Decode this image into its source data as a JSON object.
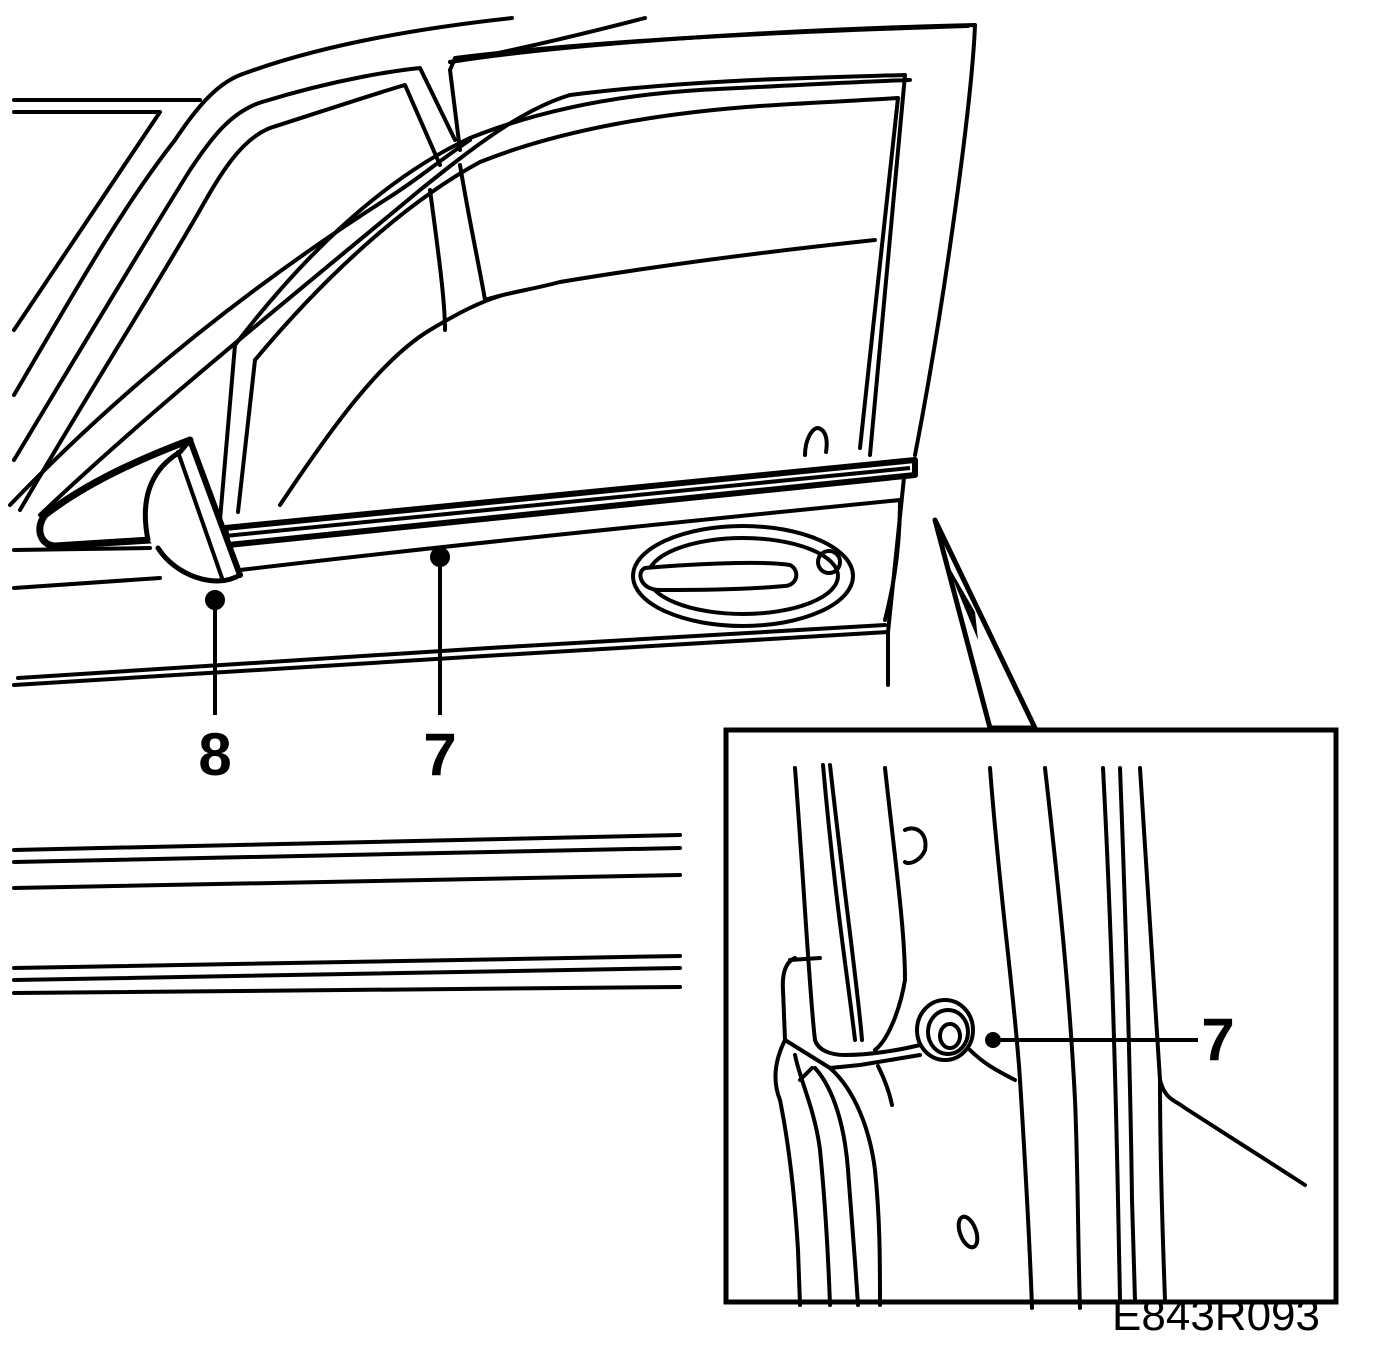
{
  "callouts": {
    "trim_end_cap": "8",
    "door_trim_strip": "7",
    "detail_clip": "7"
  },
  "figure_code": "E843R093",
  "colors": {
    "ink": "#000000",
    "paper": "#ffffff"
  }
}
